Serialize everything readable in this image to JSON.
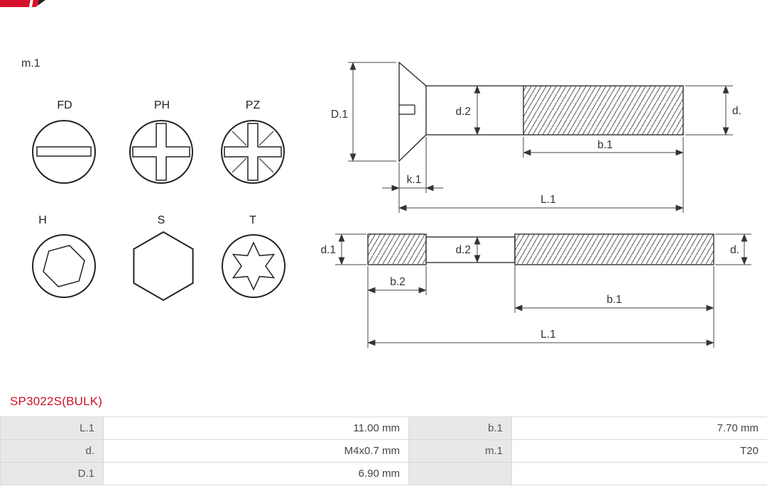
{
  "brand": {
    "accent_red": "#d6112b"
  },
  "part_ref": "m.1",
  "drive_types": {
    "fd": "FD",
    "ph": "PH",
    "pz": "PZ",
    "h": "H",
    "s": "S",
    "t": "T"
  },
  "screw_drawing": {
    "dim_D1": "D.1",
    "dim_d2": "d.2",
    "dim_d": "d.",
    "dim_b1": "b.1",
    "dim_k1": "k.1",
    "dim_L1": "L.1"
  },
  "stud_drawing": {
    "dim_d1": "d.1",
    "dim_d2": "d.2",
    "dim_d": "d.",
    "dim_b2": "b.2",
    "dim_b1": "b.1",
    "dim_L1": "L.1"
  },
  "product": {
    "code": "SP3022S(BULK)",
    "code_color": "#cc1122"
  },
  "spec_table": {
    "rows": [
      {
        "c1": "L.1",
        "v1": "11.00 mm",
        "c2": "b.1",
        "v2": "7.70 mm"
      },
      {
        "c1": "d.",
        "v1": "M4x0.7 mm",
        "c2": "m.1",
        "v2": "T20"
      },
      {
        "c1": "D.1",
        "v1": "6.90 mm",
        "c2": "",
        "v2": ""
      }
    ]
  }
}
